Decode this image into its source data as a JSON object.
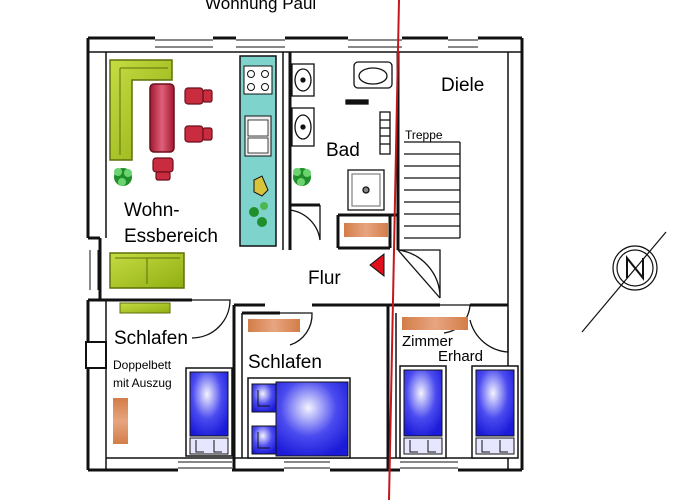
{
  "title": "Wohnung Paul",
  "rooms": {
    "wohn_line1": "Wohn-",
    "wohn_line2": "Essbereich",
    "bad": "Bad",
    "diele": "Diele",
    "treppe": "Treppe",
    "flur": "Flur",
    "schlafen_left": "Schlafen",
    "doppelbett_line1": "Doppelbett",
    "doppelbett_line2": "mit Auszug",
    "schlafen_mid": "Schlafen",
    "zimmer_line1": "Zimmer",
    "zimmer_line2": "Erhard"
  },
  "icons": {
    "compass": "north-arrow-icon",
    "entrance": "entrance-arrow-icon"
  },
  "colors": {
    "wall": "#111111",
    "sofa": "#a6c21f",
    "table": "#b5233a",
    "chair": "#c92c3f",
    "plant": "#1e8f2a",
    "kitchen": "#7ed3cc",
    "bed": "#2b2bdc",
    "bed_light": "#e6e6ff",
    "rug": "#d98b5c",
    "section_line": "#c4171c",
    "entrance": "#e0101c"
  }
}
